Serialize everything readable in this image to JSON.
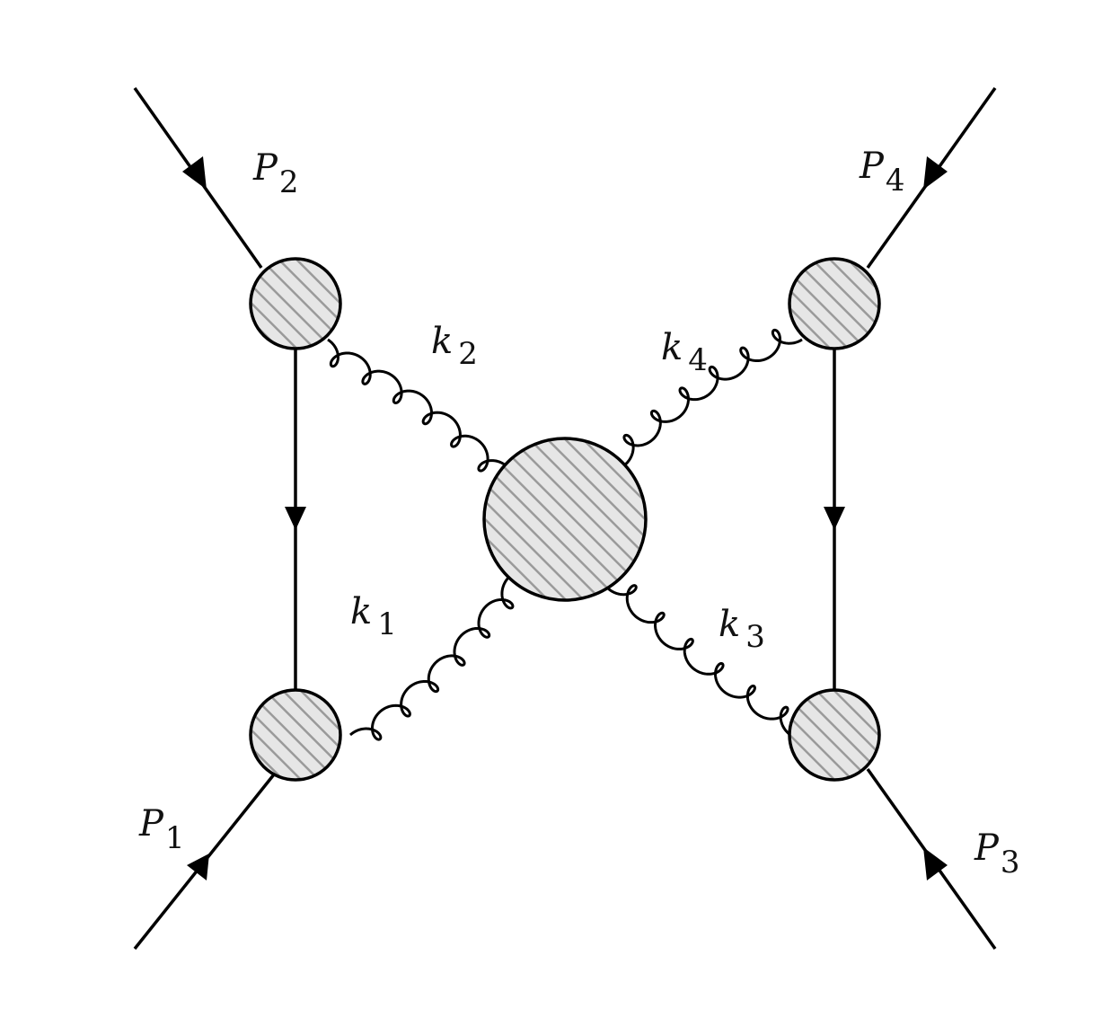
{
  "diagram": {
    "kind": "feynman-diagram",
    "colors": {
      "line": "#000000",
      "blob_fill": "#cfcfcf",
      "hatch": "#9a9a9a"
    },
    "external_lines": [
      {
        "label": "P",
        "sub": "1"
      },
      {
        "label": "P",
        "sub": "2"
      },
      {
        "label": "P",
        "sub": "3"
      },
      {
        "label": "P",
        "sub": "4"
      }
    ],
    "gluons": [
      {
        "label": "k",
        "sub": "1"
      },
      {
        "label": "k",
        "sub": "2"
      },
      {
        "label": "k",
        "sub": "3"
      },
      {
        "label": "k",
        "sub": "4"
      }
    ]
  }
}
